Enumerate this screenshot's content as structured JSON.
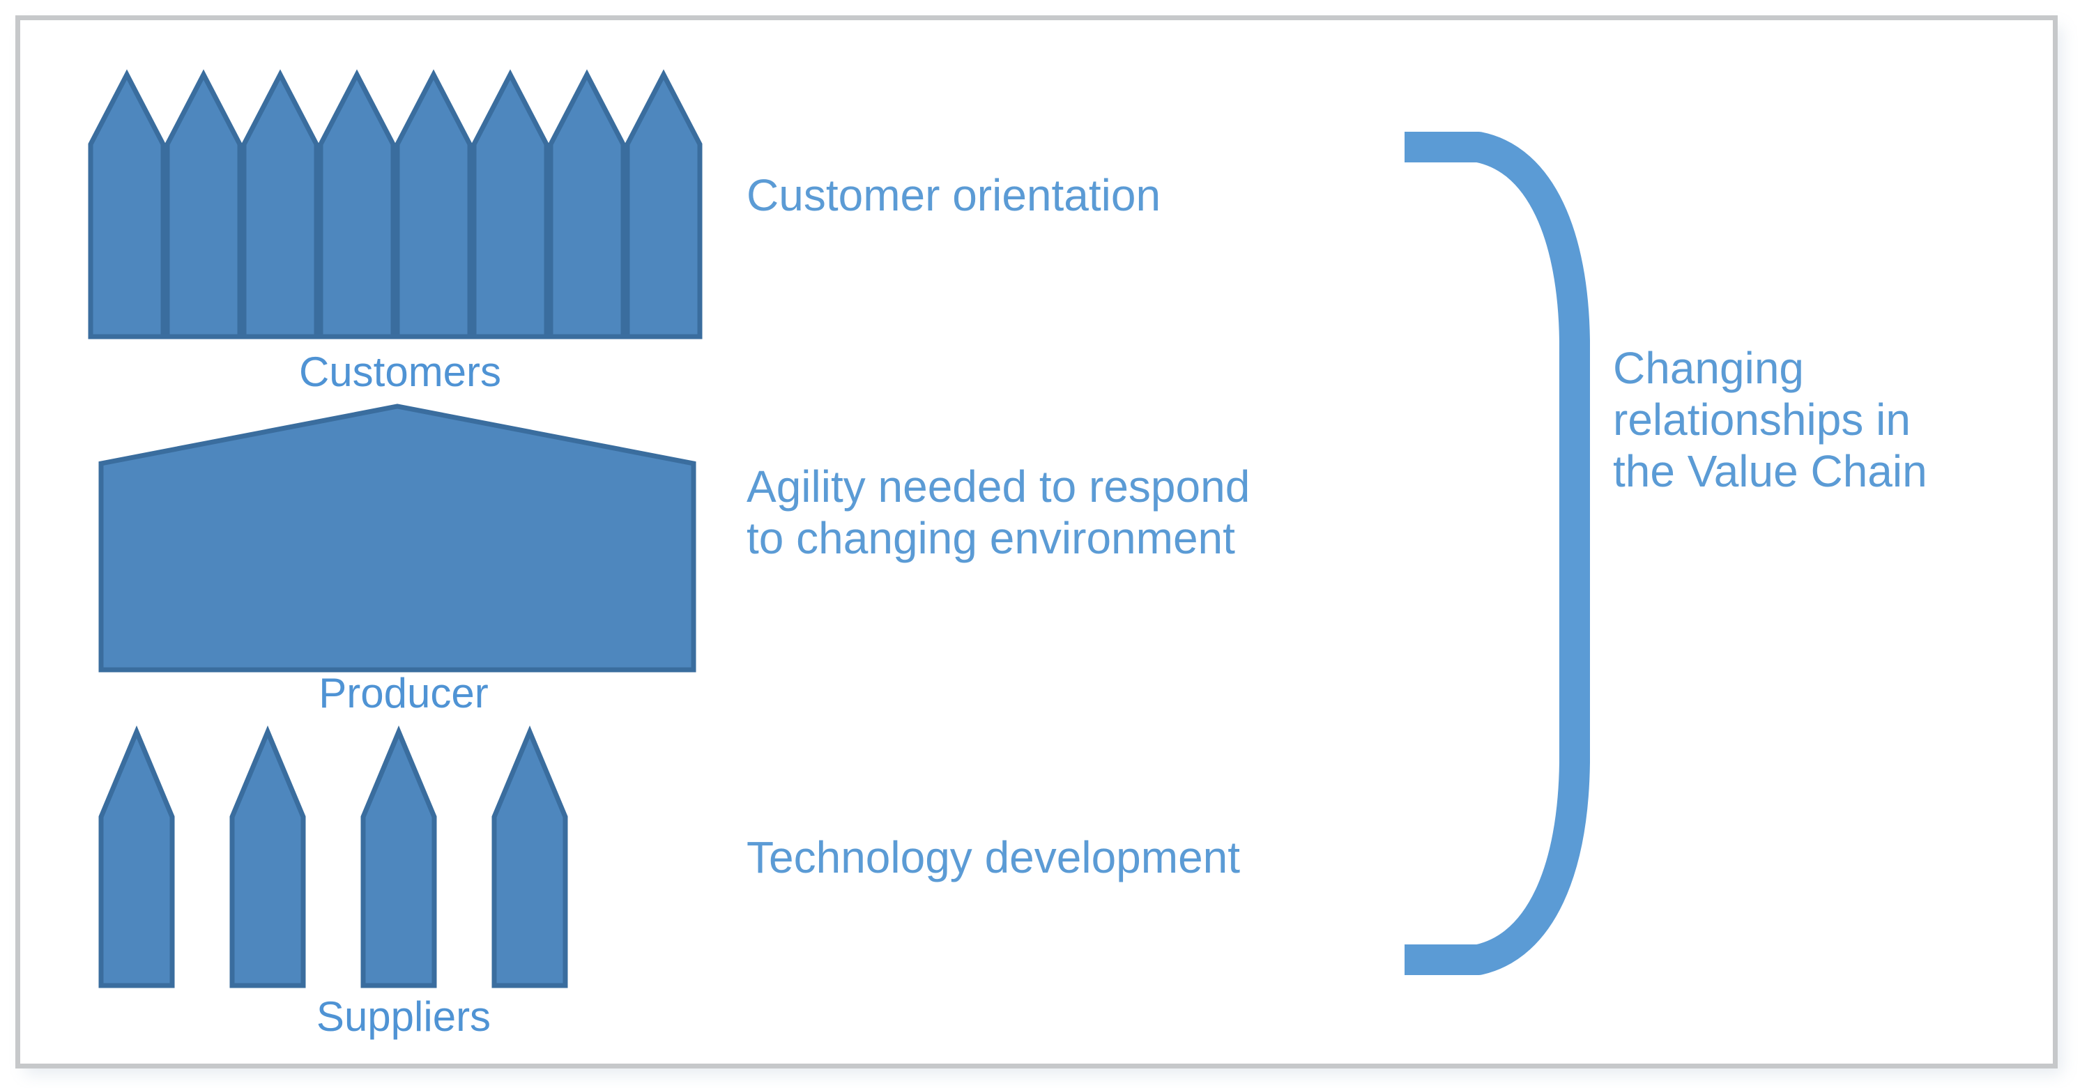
{
  "frame": {
    "border_color": "#c6c8ca",
    "background": "#ffffff"
  },
  "theme": {
    "shape_fill": "#4e87be",
    "shape_stroke": "#3a6d9e",
    "text_blue": "#5b9bd5",
    "caption_blue": "#4f93d4"
  },
  "diagram": {
    "type": "value-chain",
    "rows": [
      {
        "id": "customers",
        "caption": "Customers",
        "shape": "pentagon-arrow-up",
        "count": 8,
        "annotation": "Customer orientation"
      },
      {
        "id": "producer",
        "caption": "Producer",
        "shape": "wide-pentagon-roof",
        "count": 1,
        "annotation": "Agility needed to respond\nto changing environment"
      },
      {
        "id": "suppliers",
        "caption": "Suppliers",
        "shape": "pentagon-arrow-up",
        "count": 4,
        "annotation": "Technology development"
      }
    ],
    "brace": {
      "orientation": "right-bracket",
      "color": "#5b9bd5",
      "summary": "Changing\nrelationships in\nthe Value Chain"
    }
  }
}
